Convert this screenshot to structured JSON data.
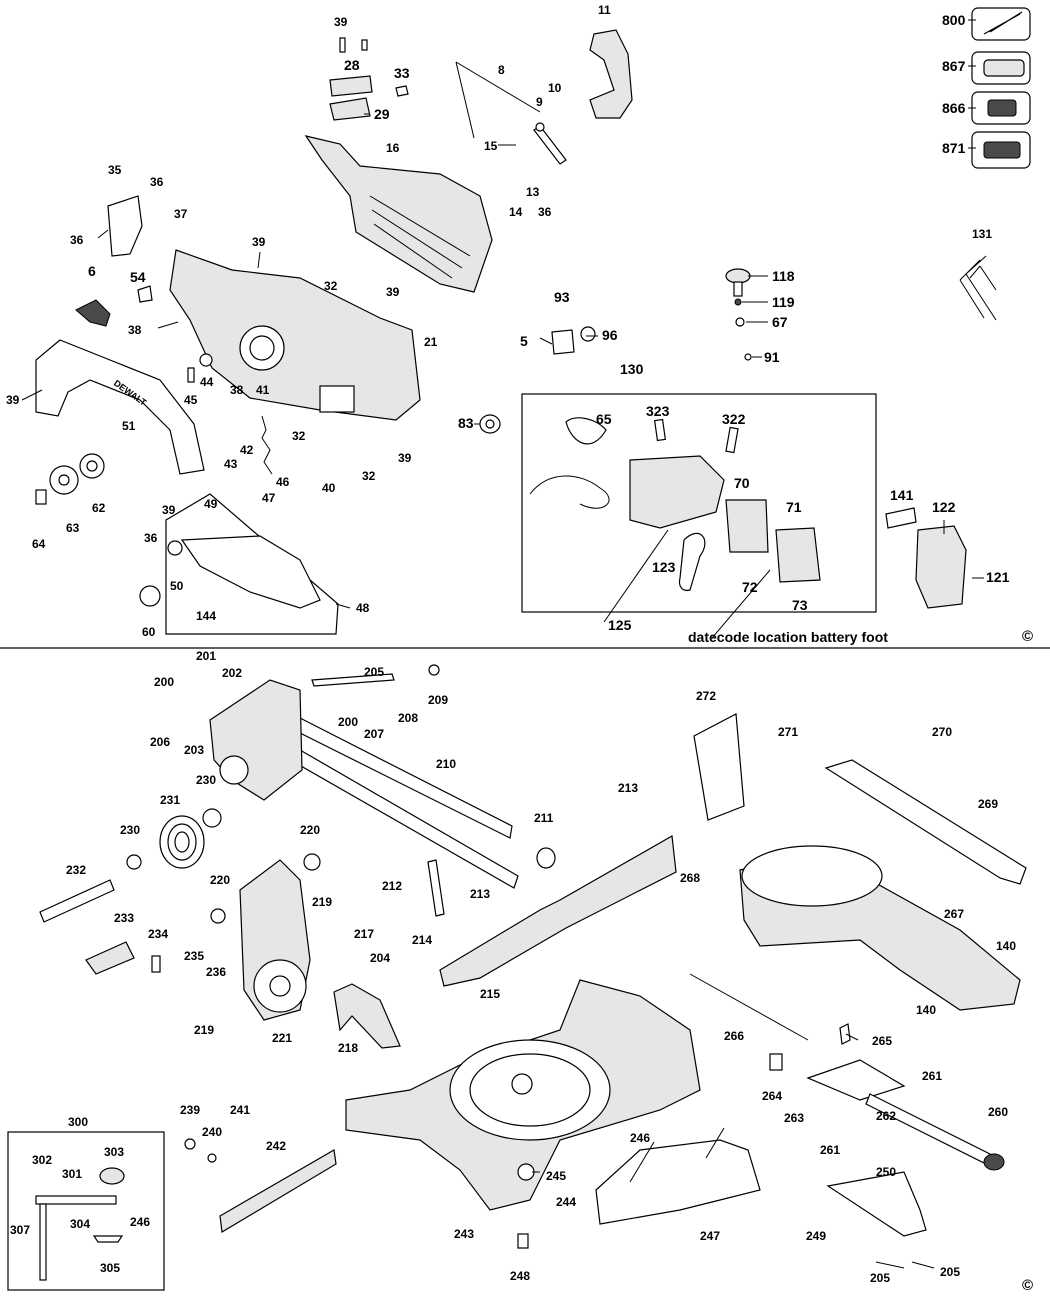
{
  "top_section": {
    "labels": [
      "39",
      "28",
      "33",
      "29",
      "11",
      "8",
      "9",
      "10",
      "15",
      "16",
      "14",
      "13",
      "36",
      "35",
      "36",
      "36",
      "37",
      "39",
      "6",
      "54",
      "38",
      "32",
      "39",
      "21",
      "39",
      "44",
      "45",
      "38",
      "41",
      "51",
      "42",
      "43",
      "32",
      "40",
      "32",
      "39",
      "62",
      "63",
      "64",
      "39",
      "49",
      "47",
      "46",
      "36",
      "50",
      "144",
      "48",
      "60",
      "93",
      "5",
      "96",
      "118",
      "119",
      "67",
      "91",
      "130",
      "65",
      "323",
      "322",
      "70",
      "71",
      "123",
      "72",
      "73",
      "125",
      "83",
      "131",
      "141",
      "122",
      "121"
    ],
    "accessories": [
      "800",
      "867",
      "866",
      "871"
    ],
    "datecode_note": "datecode location battery foot",
    "copyright": "©"
  },
  "bottom_section": {
    "labels": [
      "201",
      "202",
      "205",
      "200",
      "209",
      "206",
      "203",
      "200",
      "207",
      "208",
      "230",
      "231",
      "210",
      "230",
      "232",
      "220",
      "220",
      "219",
      "233",
      "234",
      "235",
      "236",
      "221",
      "219",
      "211",
      "212",
      "213",
      "214",
      "213",
      "217",
      "204",
      "215",
      "218",
      "272",
      "271",
      "270",
      "269",
      "268",
      "267",
      "140",
      "140",
      "266",
      "265",
      "264",
      "263",
      "261",
      "262",
      "260",
      "261",
      "300",
      "302",
      "303",
      "301",
      "307",
      "304",
      "246",
      "305",
      "239",
      "240",
      "241",
      "242",
      "243",
      "244",
      "245",
      "246",
      "247",
      "248",
      "250",
      "249",
      "205",
      "205"
    ],
    "copyright": "©"
  }
}
